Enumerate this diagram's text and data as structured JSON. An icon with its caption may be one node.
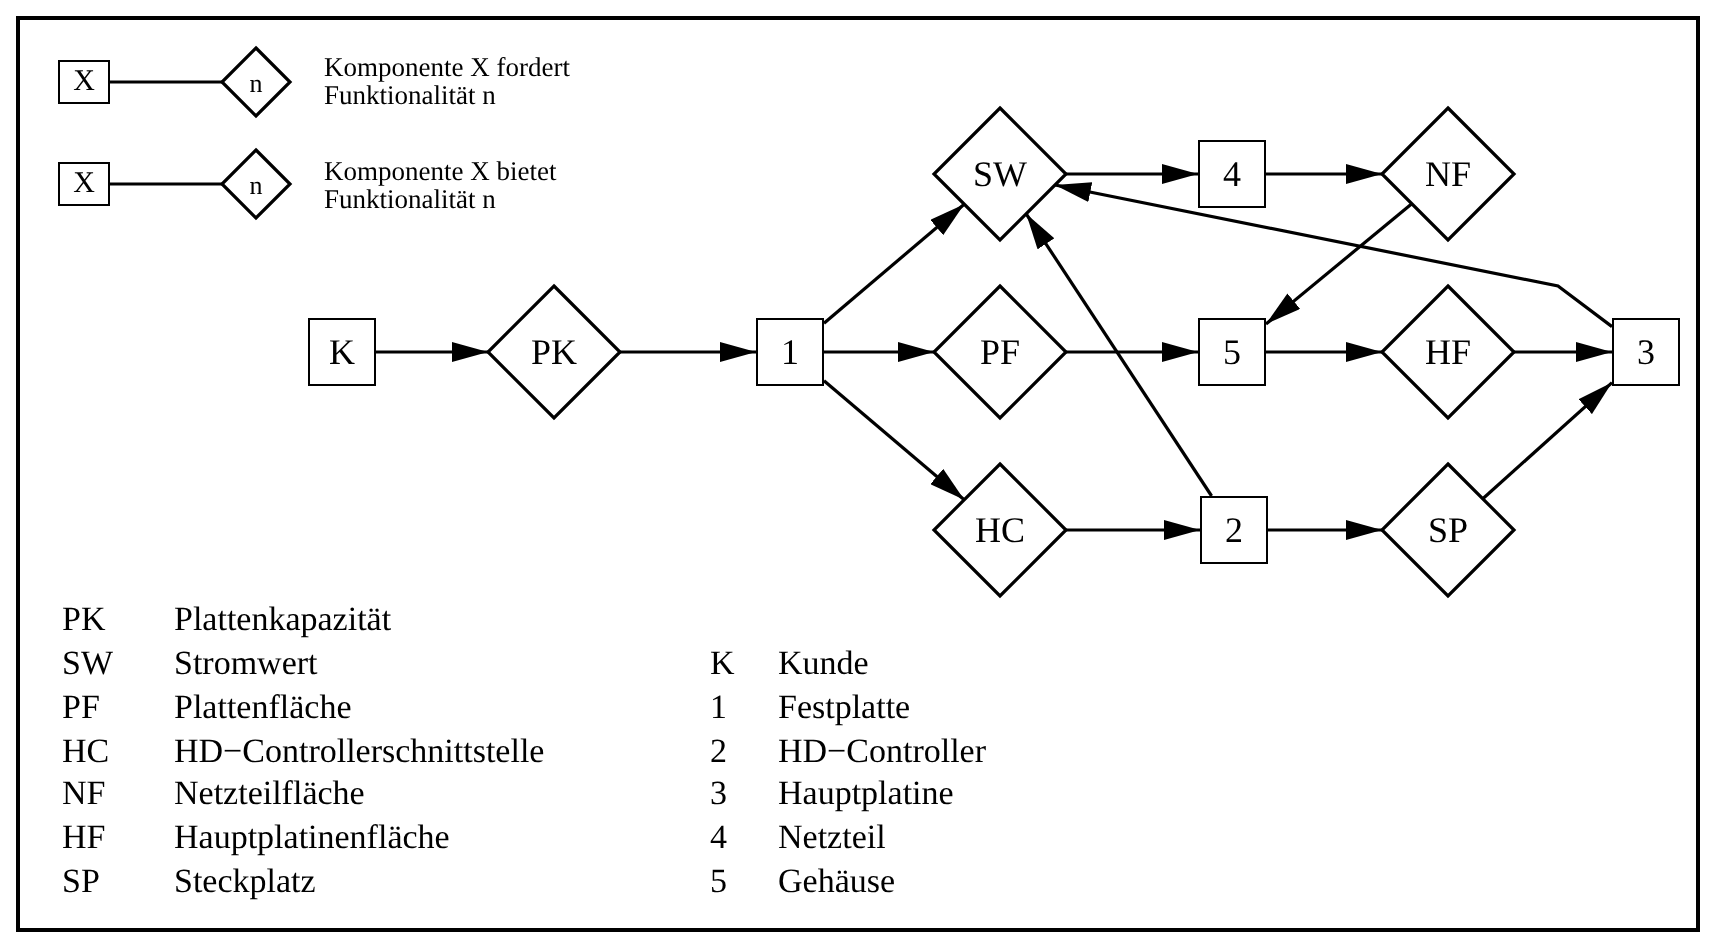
{
  "diagram": {
    "nodes": [
      {
        "text": [
          "X"
        ]
      },
      {
        "text": [
          "n"
        ],
        "beside": [
          "Komponente X fordert Funktionalität n"
        ]
      },
      {
        "text": [
          "X"
        ]
      },
      {
        "text": [
          "n"
        ],
        "beside": [
          "Komponente X bietet Funktionalität n"
        ]
      },
      {
        "text": [
          "K"
        ]
      },
      {
        "text": [
          "PK"
        ]
      },
      {
        "text": [
          "1"
        ]
      },
      {
        "text": [
          "SW"
        ]
      },
      {
        "text": [
          "PF"
        ]
      },
      {
        "text": [
          "HC"
        ]
      },
      {
        "text": [
          "4"
        ]
      },
      {
        "text": [
          "NF"
        ]
      },
      {
        "text": [
          "5"
        ]
      },
      {
        "text": [
          "HF"
        ]
      },
      {
        "text": [
          "2"
        ]
      },
      {
        "text": [
          "SP"
        ]
      },
      {
        "text": [
          "3"
        ]
      }
    ],
    "edges": [
      {
        "from": 0,
        "to": 1,
        "arrow": "none"
      },
      {
        "from": 2,
        "to": 3,
        "arrow": "none"
      },
      {
        "from": 4,
        "to": 5,
        "arrow": "to"
      },
      {
        "from": 5,
        "to": 6,
        "arrow": "to"
      },
      {
        "from": 6,
        "to": 7,
        "arrow": "to"
      },
      {
        "from": 6,
        "to": 8,
        "arrow": "to"
      },
      {
        "from": 6,
        "to": 9,
        "arrow": "to"
      },
      {
        "from": 7,
        "to": 10,
        "arrow": "to"
      },
      {
        "from": 10,
        "to": 11,
        "arrow": "to"
      },
      {
        "from": 11,
        "to": 12,
        "arrow": "to"
      },
      {
        "from": 8,
        "to": 12,
        "arrow": "to"
      },
      {
        "from": 12,
        "to": 13,
        "arrow": "to"
      },
      {
        "from": 13,
        "to": 16,
        "arrow": "to"
      },
      {
        "from": 15,
        "to": 16,
        "arrow": "to"
      },
      {
        "from": 9,
        "to": 14,
        "arrow": "to"
      },
      {
        "from": 14,
        "to": 15,
        "arrow": "to"
      },
      {
        "from": 14,
        "to": 7,
        "arrow": "to"
      },
      {
        "from": 16,
        "to": 7,
        "arrow": "to"
      }
    ],
    "labels": [
      "PK",
      "Plattenkapazität",
      "SW",
      "Stromwert",
      "K",
      "Kunde",
      "PF",
      "Plattenfläche",
      "1",
      "Festplatte",
      "HC",
      "HD−Controllerschnittstelle",
      "2",
      "HD−Controller",
      "NF",
      "Netzteilfläche",
      "3",
      "Hauptplatine",
      "HF",
      "Hauptplatinenfläche",
      "4",
      "Netzteil",
      "SP",
      "Steckplatz",
      "5",
      "Gehäuse"
    ]
  }
}
